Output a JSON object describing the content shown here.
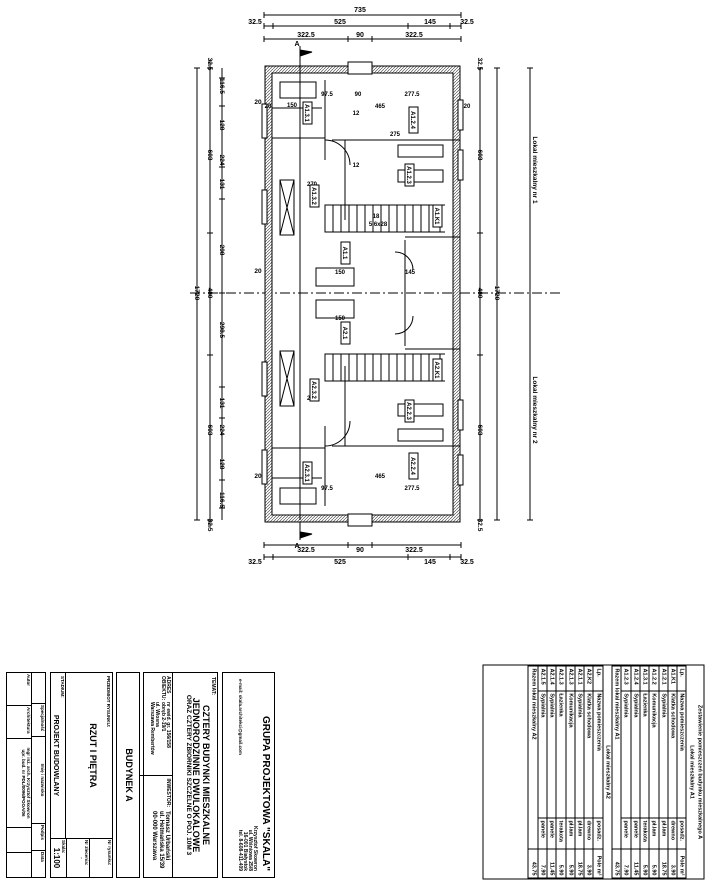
{
  "plan": {
    "dims_top": {
      "total": "735",
      "chain1": [
        "32.5",
        "525",
        "145",
        "32.5"
      ],
      "chain2": [
        "322.5",
        "90",
        "322.5"
      ]
    },
    "dims_bottom": {
      "chain1": [
        "32.5",
        "525",
        "145",
        "32.5"
      ],
      "chain2": [
        "322.5",
        "90",
        "322.5"
      ]
    },
    "dims_left": {
      "total": "1720",
      "chain1": [
        "32.5",
        "603",
        "480",
        "603",
        "32.5"
      ],
      "chain2": [
        "116.5",
        "128",
        "224",
        "131",
        "298",
        "298.5",
        "131",
        "224",
        "128",
        "116.5"
      ],
      "window_marks": [
        "20",
        "20",
        "20"
      ]
    },
    "dims_right": {
      "total": "1720",
      "chain1": [
        "32.5",
        "603",
        "480",
        "603",
        "32.5"
      ]
    },
    "section_marks": [
      "A",
      "A"
    ],
    "unit_labels": [
      "Lokal mieszkalny nr 1",
      "Lokal mieszkalny nr 2"
    ],
    "inner_dims": [
      "97.5",
      "90",
      "277.5",
      "465",
      "150",
      "275",
      "270",
      "12",
      "12",
      "150",
      "145",
      "20",
      "20",
      "18",
      "5.6x28"
    ],
    "room_tags_a1": [
      "A1.2.4",
      "A1.2.3",
      "A1.3.2",
      "A1.K1",
      "A1.3.1",
      "A1.1"
    ],
    "room_tags_a2": [
      "A2.2.4",
      "A2.2.3",
      "A2.3.2",
      "A2.K1",
      "A2.3.1",
      "A2.1"
    ]
  },
  "title_block": {
    "company": "GRUPA PROJEKTOWA \"SKALA\"",
    "company_lines": [
      "Krzysztof Skowron",
      "ul. Wiśniowa 25/8",
      "16-001 Białystok",
      "tel. 8-608-411-409"
    ],
    "email": "e-mail: skala.architekci@gmail.com",
    "topic_label": "TEMAT:",
    "topic_lines": [
      "CZTERY BUDYNKI MIESZKALNE",
      "JEDNORODZINNE DWULOKALOWE",
      "ORAZ CZTERY ZBIORNIKI SZCZELNE O POJ. 10M 3"
    ],
    "address_label": "ADRES OBIEKTU:",
    "address_lines": [
      "nr ewid. gr. 156/158",
      "obręb 2-19/1",
      "ul. Wiosna",
      "Warszawa Rembertów"
    ],
    "investor_label": "INWESTOR:",
    "investor_lines": [
      "Tomasz Urbański",
      "ul. Hetmańska 15/39",
      "00-000 Warszawa"
    ],
    "building": "BUDYNEK A",
    "subject_label": "PRZEDMIOT RYSUNKU:",
    "subject": "RZUT I PIĘTRA",
    "stage_label": "STADIUM:",
    "stage": "PROJEKT BUDOWLANY",
    "drawing_no_label": "Nr rysunku:",
    "order_no_label": "Nr zlecenia:",
    "order_no": "-",
    "scale_label": "Skala:",
    "scale": "1:100",
    "sign_headers": [
      "Specjalność",
      "Imię i nazwisko",
      "Podpis",
      "Data"
    ],
    "author_label": "Autor",
    "author_spec": "Architektura",
    "author_names": [
      "mgr inż. arch. Krzysztof Skowron",
      "upr. bud. nr PDL/0096/POOA/06"
    ]
  },
  "room_table": {
    "title": "Zestawienie pomieszczeń budynku mieszkalnego A",
    "headers": [
      "Lp.",
      "Nazwa pomieszczenia",
      "posadz.",
      "Pole m²"
    ],
    "units": [
      {
        "name": "Lokal mieszkalny A1",
        "rows": [
          [
            "A1.K1",
            "Klatka schodowa",
            "drewno",
            "3.90"
          ],
          [
            "A1.2.1",
            "Sypialnia",
            "pł.lam",
            "18.75"
          ],
          [
            "A1.2.2",
            "Komunikacja",
            "pł.lam",
            "5.90"
          ],
          [
            "A1.3.1",
            "Łazienka",
            "terakota",
            "5.90"
          ],
          [
            "A1.2.4",
            "Sypialnia",
            "panele",
            "11.45"
          ],
          [
            "A1.2.3",
            "Sypialnia",
            "panele",
            "7.90"
          ]
        ],
        "total_label": "Razem lokal mieszkalny A1",
        "total": "43.75"
      },
      {
        "name": "Lokal mieszkalny A2",
        "rows": [
          [
            "A2.K2",
            "Klatka schodowa",
            "drewno",
            "3.90"
          ],
          [
            "A2.1.1",
            "Sypialnia",
            "pł.lam",
            "18.75"
          ],
          [
            "A2.1.3",
            "Komunikacja",
            "pł.lam",
            "5.90"
          ],
          [
            "A2.1.3",
            "Łazienka",
            "terakota",
            "5.90"
          ],
          [
            "A2.1.4",
            "Sypialnia",
            "panele",
            "11.45"
          ],
          [
            "A2.1.5",
            "Sypialnia",
            "panele",
            "7.90"
          ]
        ],
        "total_label": "Razem lokal mieszkalny A2",
        "total": "43.75"
      }
    ]
  }
}
